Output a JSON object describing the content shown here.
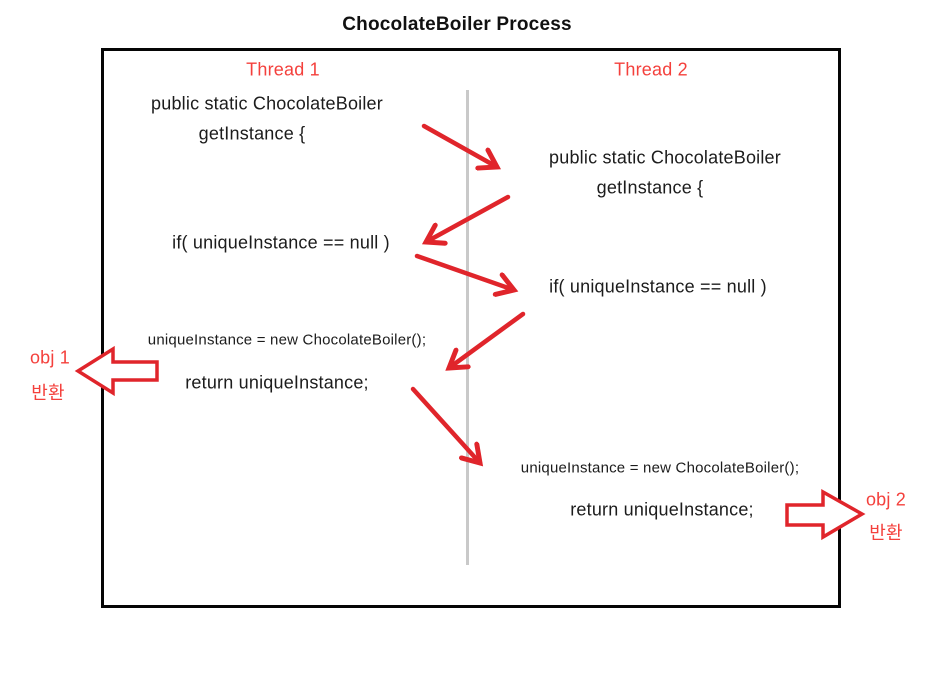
{
  "title": "ChocolateBoiler Process",
  "colors": {
    "arrow_red": "#e0252b",
    "label_red": "#f4403c",
    "code_text": "#1c1c1c",
    "divider_gray": "#c9c9c9",
    "box_border": "#050505"
  },
  "thread1": {
    "label": "Thread 1",
    "signature_line1": "public static ChocolateBoiler",
    "signature_line2": "getInstance {",
    "if_check": "if( uniqueInstance == null )",
    "assignment": "uniqueInstance = new ChocolateBoiler();",
    "return_statement": "return uniqueInstance;"
  },
  "thread2": {
    "label": "Thread 2",
    "signature_line1": "public static ChocolateBoiler",
    "signature_line2": "getInstance {",
    "if_check": "if( uniqueInstance == null )",
    "assignment": "uniqueInstance = new ChocolateBoiler();",
    "return_statement": "return uniqueInstance;"
  },
  "annotations": {
    "obj1_label": "obj 1",
    "obj1_sub": "반환",
    "obj2_label": "obj 2",
    "obj2_sub": "반환"
  }
}
